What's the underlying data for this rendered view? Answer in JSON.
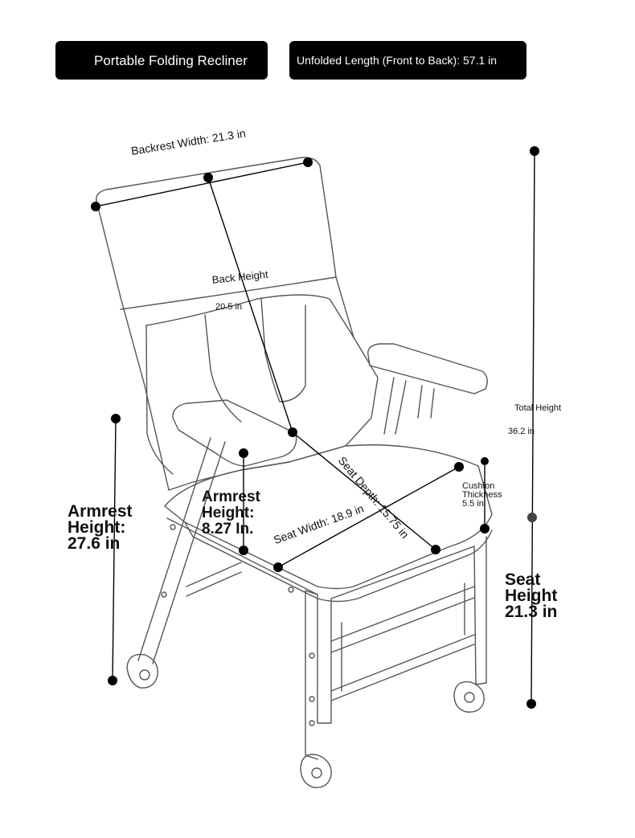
{
  "header": {
    "title": "Portable Folding Recliner",
    "unfolded_length": "Unfolded Length (Front to Back): 57.1 in"
  },
  "dimensions": {
    "backrest_width": "Backrest Width: 21.3 in",
    "back_height_label": "Back Height",
    "back_height_value": "20.5 in",
    "total_height_label": "Total Height",
    "total_height_value": "36.2 in",
    "seat_depth": "Seat Depth: 15.75 in",
    "seat_width": "Seat Width: 18.9 in",
    "cushion_label_1": "Cushion",
    "cushion_label_2": "Thickness",
    "cushion_value": "5.5 in",
    "armrest_total_1": "Armrest",
    "armrest_total_2": "Height:",
    "armrest_total_3": "27.6 in",
    "armrest_local_1": "Armrest",
    "armrest_local_2": "Height:",
    "armrest_local_3": "8.27 In.",
    "seat_height_1": "Seat",
    "seat_height_2": "Height",
    "seat_height_3": "21.3 in"
  },
  "colors": {
    "pill_bg": "#000000",
    "pill_text": "#ffffff",
    "line": "#000000",
    "sketch": "#555555"
  }
}
